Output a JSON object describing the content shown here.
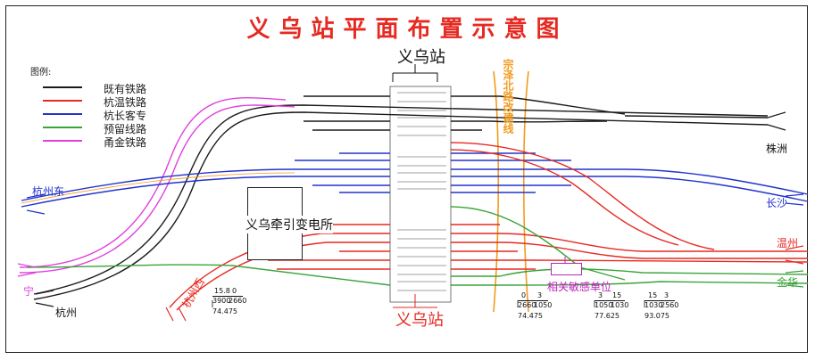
{
  "title": "义乌站平面布置示意图",
  "colors": {
    "existing": "#1a1a1a",
    "hangwen": "#e62a22",
    "hangchang": "#2233cc",
    "reserved": "#3aa33a",
    "yongjin": "#e040e0",
    "road": "#f29b1e",
    "frame": "#222222"
  },
  "legend": {
    "title": "图例:",
    "items": [
      {
        "label": "既有铁路",
        "color": "#1a1a1a"
      },
      {
        "label": "杭温铁路",
        "color": "#e62a22"
      },
      {
        "label": "杭长客专",
        "color": "#2233cc"
      },
      {
        "label": "预留线路",
        "color": "#3aa33a"
      },
      {
        "label": "甬金铁路",
        "color": "#e040e0"
      }
    ]
  },
  "station": {
    "top_label": "义乌站",
    "bottom_label": "义乌站",
    "substation": "义乌牵引变电所",
    "road": "宗泽北路改建线",
    "sensitive_unit": "相关敏感单位"
  },
  "directions": {
    "zhuzhou": "株洲",
    "changsha": "长沙",
    "wenzhou": "温州",
    "jinhua": "金华",
    "hangzhoudong": "杭州东",
    "ning": "宁",
    "hangzhou": "杭州",
    "hangxi": "杭州西"
  },
  "chainages": [
    {
      "a": "15.8",
      "b": "0",
      "c": "3900",
      "d": "2660",
      "km": "74.475"
    },
    {
      "a": "0",
      "b": "3",
      "c": "2660",
      "d": "1050",
      "km": "74.475"
    },
    {
      "a": "3",
      "b": "15",
      "c": "1050",
      "d": "1030",
      "km": "77.625"
    },
    {
      "a": "15",
      "b": "3",
      "c": "1030",
      "d": "2560",
      "km": "93.075"
    }
  ]
}
